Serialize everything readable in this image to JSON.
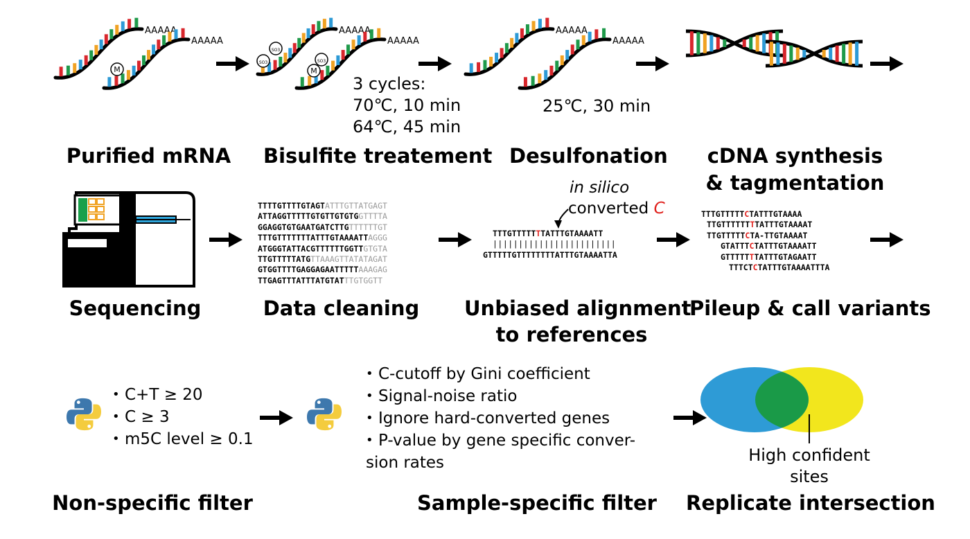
{
  "titles": {
    "purified": "Purified mRNA",
    "bisulfite": "Bisulfite treatement",
    "desulfonation": "Desulfonation",
    "cdna_line1": "cDNA synthesis",
    "cdna_line2": "& tagmentation",
    "sequencing": "Sequencing",
    "cleaning": "Data cleaning",
    "alignment_line1": "Unbiased alignment",
    "alignment_line2": "to references",
    "pileup": "Pileup & call variants",
    "nonspecific": "Non-specific filter",
    "samplespecific": "Sample-specific filter",
    "replicate": "Replicate intersection"
  },
  "mrna_tail": "AAAAA",
  "methyl_mark": "M",
  "sulfonate_mark": "SO3",
  "bisulfite_conditions": [
    "3 cycles:",
    "70℃, 10 min",
    "64℃, 45 min"
  ],
  "desulfonation_condition": "25℃, 30 min",
  "data_cleaning_reads": [
    {
      "kept": "TTTTGTTTTGTAGT",
      "trimmed": "ATTTGTTATGAGT"
    },
    {
      "kept": "ATTAGGTTTTTGTGTTGTGTG",
      "trimmed": "GTTTTA"
    },
    {
      "kept": "GGAGGTGTGAATGATCTTG",
      "trimmed": "TTTTTTGT"
    },
    {
      "kept": "TTTGTTTTTTTATTTGTAAAATT",
      "trimmed": "AGGG"
    },
    {
      "kept": "ATGGGTATTACGTTTTTTGGTT",
      "trimmed": "GTGTA"
    },
    {
      "kept": "TTGTTTTTATG",
      "trimmed": "TTAAAGTTATATAGAT"
    },
    {
      "kept": "GTGGTTTTGAGGAGAATTTTT",
      "trimmed": "AAAGAG"
    },
    {
      "kept": "TTGAGTTTATTTATGTAT",
      "trimmed": "TTGTGGTT"
    }
  ],
  "alignment": {
    "label_italic": "in silico",
    "label_converted": "converted",
    "label_c": "C",
    "read_before": "TTTGTTTTT",
    "read_mark": "T",
    "read_after": "TATTTGTAAAATT",
    "bars": "||||||||||||||||||||||||",
    "reference": "GTTTTTGTTTTTTTTATTTGTAAAATTA"
  },
  "pileup_reads": [
    {
      "before": "TTTGTTTTT",
      "mark": "C",
      "after": "TATTTGTAAAA"
    },
    {
      "before": "TTGTTTTTT",
      "mark": "T",
      "after": "TATTTGTAAAAT"
    },
    {
      "before": "TTGTTTTT",
      "mark": "C",
      "after": "TA-TTGTAAAAT"
    },
    {
      "before": "GTATTT",
      "mark": "C",
      "after": "TATTTGTAAAATT"
    },
    {
      "before": "GTTTTT",
      "mark": "T",
      "after": "TATTTGTAGAATT"
    },
    {
      "before": "TTTCT",
      "mark": "C",
      "after": "TATTTGTAAAATTTA"
    }
  ],
  "nonspecific_bullets": [
    "C+T ≥ 20",
    "C ≥ 3",
    "m5C level ≥ 0.1"
  ],
  "samplespecific_bullets": [
    "C-cutoff by Gini coefficient",
    "Signal-noise ratio",
    "Ignore hard-converted genes",
    "P-value by gene specific conver-"
  ],
  "samplespecific_continuation": "sion rates",
  "venn_label_line1": "High confident",
  "venn_label_line2": "sites",
  "colors": {
    "base_red": "#d8262c",
    "base_blue": "#2d9ad6",
    "base_orange": "#f0a223",
    "base_green": "#1f9a4a",
    "highlight_red": "#e0201c",
    "venn_blue": "#2e9bd6",
    "venn_yellow": "#f2e61d",
    "venn_overlap": "#1a9a48",
    "instrument_green": "#19a04b",
    "instrument_blue": "#2ea6dc",
    "python_blue": "#3d78ad",
    "python_yellow": "#f4cc3e"
  }
}
